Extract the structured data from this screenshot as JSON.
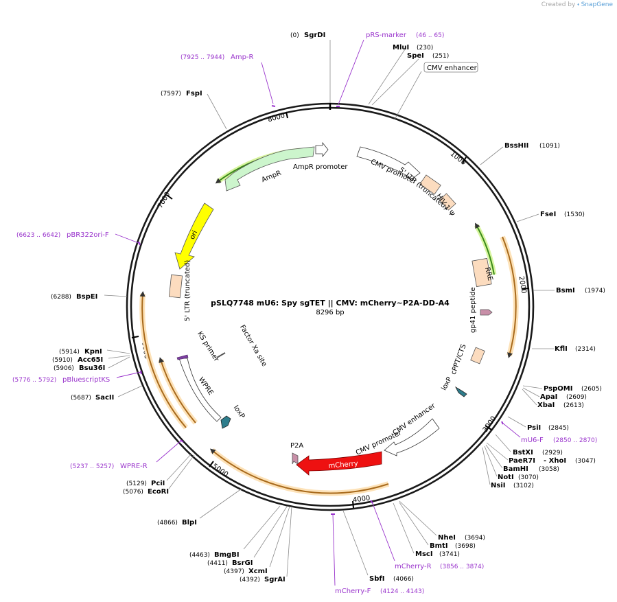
{
  "credit": {
    "prefix": "Created by",
    "brand": "SnapGene"
  },
  "plasmid": {
    "name": "pSLQ7748 mU6: Spy sgTET || CMV: mCherry~P2A-DD-A4",
    "size_label": "8296 bp",
    "length": 8296
  },
  "ticks": [
    "1000",
    "2000",
    "3000",
    "4000",
    "5000",
    "6000",
    "7000",
    "8000"
  ],
  "enzymes": {
    "sgrdi": {
      "name": "SgrDI",
      "pos": "(0)"
    },
    "mlui": {
      "name": "MluI",
      "pos": "(230)"
    },
    "spei": {
      "name": "SpeI",
      "pos": "(251)"
    },
    "bsshii": {
      "name": "BssHII",
      "pos": "(1091)"
    },
    "fsei": {
      "name": "FseI",
      "pos": "(1530)"
    },
    "bsmi": {
      "name": "BsmI",
      "pos": "(1974)"
    },
    "kfli": {
      "name": "KflI",
      "pos": "(2314)"
    },
    "psp": {
      "name": "PspOMI",
      "pos": "(2605)"
    },
    "apai": {
      "name": "ApaI",
      "pos": "(2609)"
    },
    "xbai": {
      "name": "XbaI",
      "pos": "(2613)"
    },
    "psii": {
      "name": "PsiI",
      "pos": "(2845)"
    },
    "bstxi": {
      "name": "BstXI",
      "pos": "(2929)"
    },
    "paer7i": {
      "name": "PaeR7I",
      "pos": ""
    },
    "xhoi": {
      "name": "- XhoI",
      "pos": "(3047)"
    },
    "bamhi": {
      "name": "BamHI",
      "pos": "(3058)"
    },
    "noti": {
      "name": "NotI",
      "pos": "(3070)"
    },
    "nsii": {
      "name": "NsiI",
      "pos": "(3102)"
    },
    "nhei": {
      "name": "NheI",
      "pos": "(3694)"
    },
    "bmti": {
      "name": "BmtI",
      "pos": "(3698)"
    },
    "msci": {
      "name": "MscI",
      "pos": "(3741)"
    },
    "sbfi": {
      "name": "SbfI",
      "pos": "(4066)"
    },
    "sgrai": {
      "name": "SgrAI",
      "pos": "(4392)"
    },
    "xcmi": {
      "name": "XcmI",
      "pos": "(4397)"
    },
    "bsrgi": {
      "name": "BsrGI",
      "pos": "(4411)"
    },
    "bmgbi": {
      "name": "BmgBI",
      "pos": "(4463)"
    },
    "blpi": {
      "name": "BlpI",
      "pos": "(4866)"
    },
    "ecori": {
      "name": "EcoRI",
      "pos": "(5076)"
    },
    "pcii": {
      "name": "PciI",
      "pos": "(5129)"
    },
    "sacii": {
      "name": "SacII",
      "pos": "(5687)"
    },
    "bsu36i": {
      "name": "Bsu36I",
      "pos": "(5906)"
    },
    "acc65i": {
      "name": "Acc65I",
      "pos": "(5910)"
    },
    "kpni": {
      "name": "KpnI",
      "pos": "(5914)"
    },
    "bspei": {
      "name": "BspEI",
      "pos": "(6288)"
    },
    "fspi": {
      "name": "FspI",
      "pos": "(7597)"
    }
  },
  "primers": {
    "prs": {
      "name": "pRS-marker",
      "range": "(46 .. 65)"
    },
    "ampr": {
      "name": "Amp-R",
      "range": "(7925 .. 7944)"
    },
    "pbr": {
      "name": "pBR322ori-F",
      "range": "(6623 .. 6642)"
    },
    "pbks": {
      "name": "pBluescriptKS",
      "range": "(5776 .. 5792)"
    },
    "wpre": {
      "name": "WPRE-R",
      "range": "(5237 .. 5257)"
    },
    "mu6": {
      "name": "mU6-F",
      "range": "(2850 .. 2870)"
    },
    "mcr": {
      "name": "mCherry-R",
      "range": "(3856 .. 3874)"
    },
    "mcf": {
      "name": "mCherry-F",
      "range": "(4124 .. 4143)"
    }
  },
  "features": {
    "cmv_enhancer_top": "CMV enhancer",
    "cmv_promoter_top": "CMV promoter",
    "ltr5_top": "5' LTR (truncated)",
    "hiv_psi": "HIV-1 Ψ",
    "rre": "RRE",
    "gp41": "gp41 peptide",
    "cppt": "cPPT/CTS",
    "loxp_right": "loxP",
    "cmv_enhancer_low": "CMV enhancer",
    "cmv_promoter_low": "CMV promoter",
    "mcherry": "mCherry",
    "p2a": "P2A",
    "loxp_left": "loxP",
    "wpre": "WPRE",
    "ks_primer": "KS primer",
    "factor_xa": "Factor Xa site",
    "ltr5_left": "5' LTR (truncated)",
    "ori": "ori",
    "ampr": "AmpR",
    "ampr_promoter": "AmpR promoter"
  },
  "colors": {
    "backbone": "#1a1a1a",
    "primer": "#9933cc",
    "orange_arc": "#e8a33c",
    "green_arc": "#3a8a1a",
    "mcherry": "#ee1111",
    "ori": "#ffff00",
    "ampr": "#ccf5cc",
    "peach": "#fcdcbf",
    "loxp": "#2e7d8c",
    "pink": "#c88fa8"
  }
}
